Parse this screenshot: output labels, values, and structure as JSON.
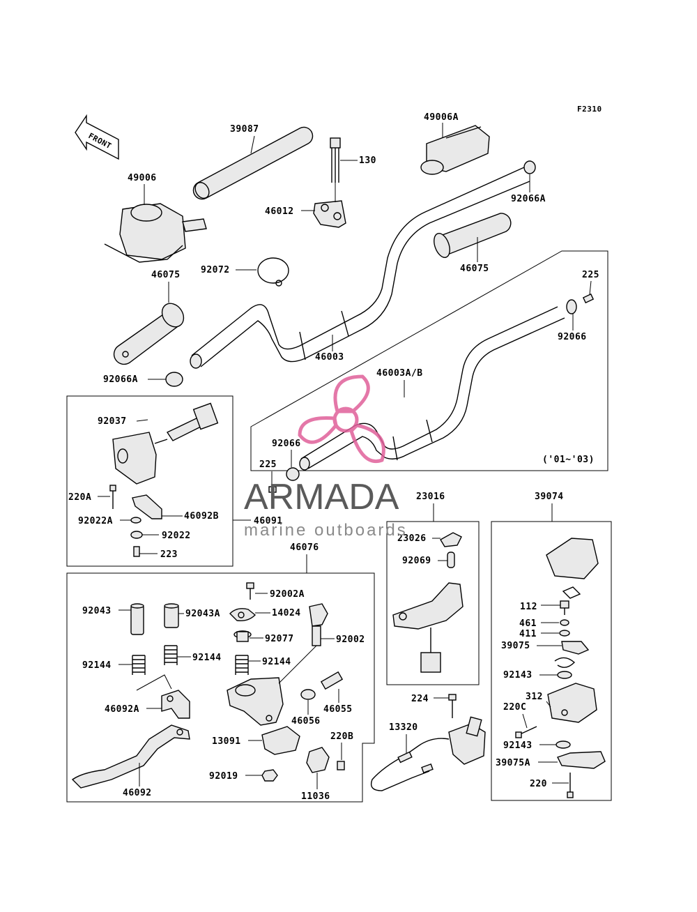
{
  "figure_code": "F2310",
  "front_label": "FRONT",
  "date_note": "('01~'03)",
  "watermark": {
    "brand": "ARMADA",
    "tagline": "marine outboards",
    "logo_color": "#e0609a"
  },
  "parts": {
    "p39087": "39087",
    "p49006A": "49006A",
    "p49006": "49006",
    "p130": "130",
    "p46012": "46012",
    "p92066A_top": "92066A",
    "p46075_right": "46075",
    "p92072": "92072",
    "p46075_left": "46075",
    "p225_right": "225",
    "p92066_right": "92066",
    "p46003": "46003",
    "p46003AB": "46003A/B",
    "p92066A_left": "92066A",
    "p92037": "92037",
    "p92066_mid": "92066",
    "p225_mid": "225",
    "p220A": "220A",
    "p46092B": "46092B",
    "p92022A": "92022A",
    "p46091": "46091",
    "p92022": "92022",
    "p223": "223",
    "p23016": "23016",
    "p23026": "23026",
    "p92069": "92069",
    "p39074": "39074",
    "p46076": "46076",
    "p92002A": "92002A",
    "p92043": "92043",
    "p92043A": "92043A",
    "p14024": "14024",
    "p92077": "92077",
    "p92002": "92002",
    "p92144_a": "92144",
    "p92144_b": "92144",
    "p92144_c": "92144",
    "p46092A": "46092A",
    "p46055": "46055",
    "p46056": "46056",
    "p13091": "13091",
    "p220B": "220B",
    "p92019": "92019",
    "p11036": "11036",
    "p46092": "46092",
    "p224": "224",
    "p13320": "13320",
    "p112": "112",
    "p461": "461",
    "p411": "411",
    "p39075": "39075",
    "p92143_a": "92143",
    "p312": "312",
    "p220C": "220C",
    "p92143_b": "92143",
    "p39075A": "39075A",
    "p220": "220"
  }
}
